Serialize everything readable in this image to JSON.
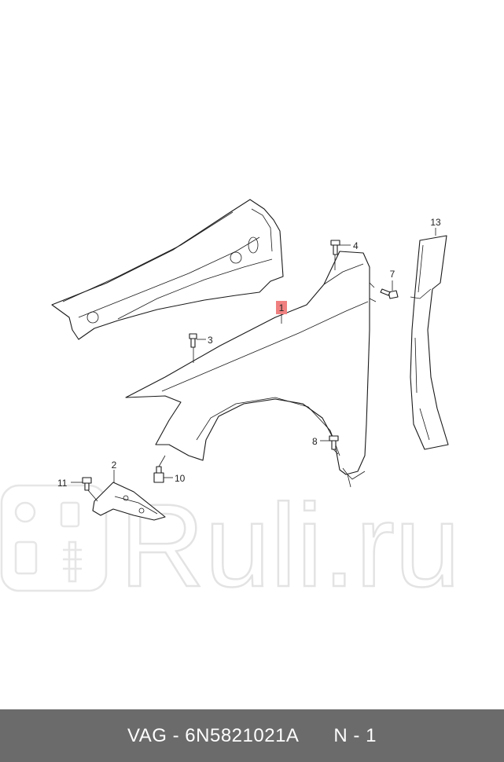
{
  "diagram": {
    "callouts": {
      "c1": "1",
      "c2": "2",
      "c3": "3",
      "c4": "4",
      "c7": "7",
      "c8": "8",
      "c10": "10",
      "c11": "11",
      "c13": "13"
    },
    "highlight_color": "#f08080",
    "watermark_text": "Ruli.ru"
  },
  "footer": {
    "brand": "VAG",
    "separator": "-",
    "part_number": "6N5821021A",
    "position_label": "N - 1"
  }
}
